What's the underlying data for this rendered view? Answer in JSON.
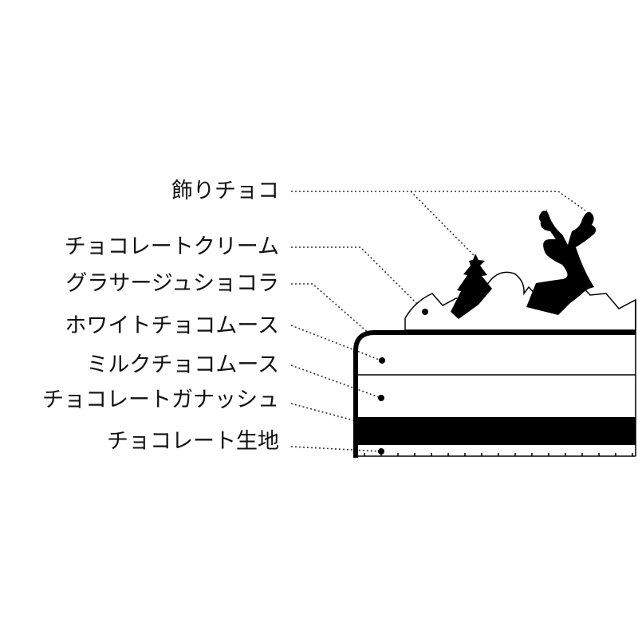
{
  "diagram": {
    "labels": [
      "飾りチョコ",
      "チョコレートクリーム",
      "グラサージュショコラ",
      "ホワイトチョコムース",
      "ミルクチョコムース",
      "チョコレートガナッシュ",
      "チョコレート生地"
    ],
    "colors": {
      "ink": "#000000",
      "background": "#ffffff"
    }
  }
}
